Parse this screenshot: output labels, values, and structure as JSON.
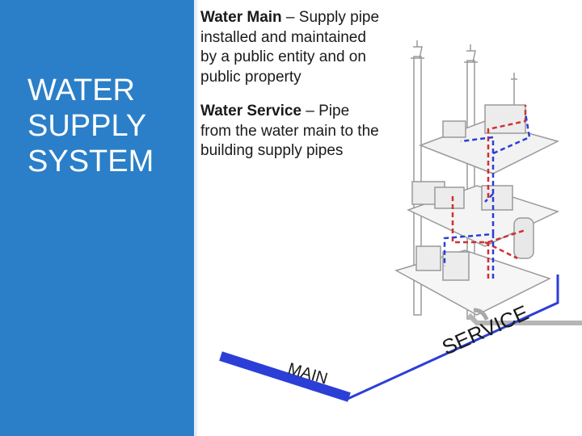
{
  "slide": {
    "title_lines": [
      "WATER",
      "SUPPLY",
      "SYSTEM"
    ]
  },
  "definitions": [
    {
      "term": "Water Main",
      "separator": " – ",
      "text": "Supply pipe installed and maintained by a public entity and on public property"
    },
    {
      "term": "Water Service",
      "separator": " – ",
      "text": "Pipe from the water main to the building supply pipes"
    }
  ],
  "diagram": {
    "main_label": "MAIN",
    "service_label": "SERVICE",
    "colors": {
      "sidebar": "#2a7fc8",
      "pipe_line": "#2b3fd6",
      "hot_water": "#d03030",
      "cold_water": "#2b3fd6",
      "fixture_gray": "#9a9a9a"
    }
  }
}
